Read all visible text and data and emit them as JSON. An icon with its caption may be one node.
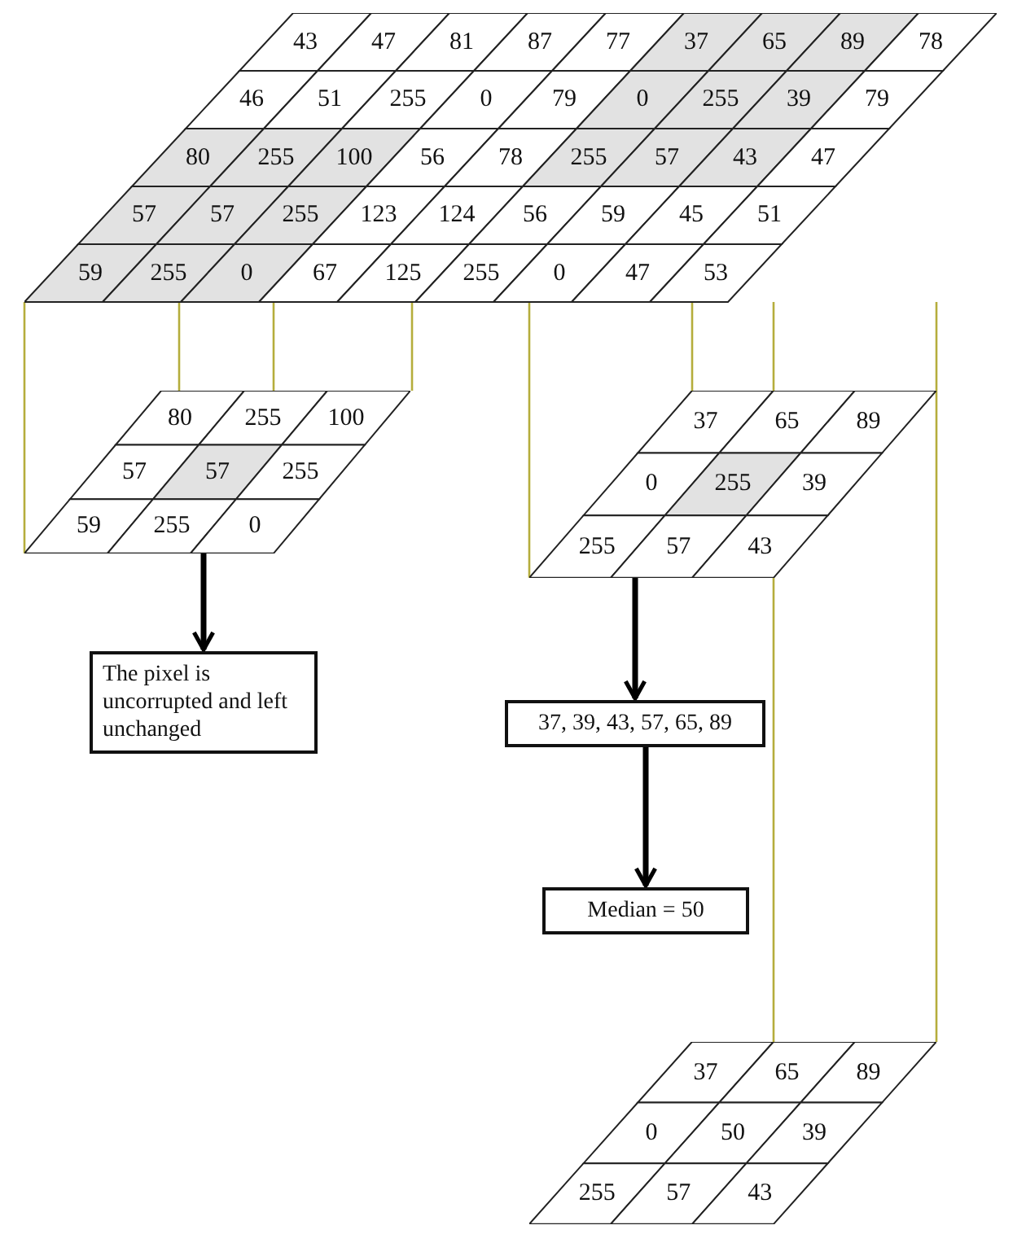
{
  "diagram": {
    "nodes": [
      {
        "text": [
          "43",
          "47",
          "81",
          "87",
          "77",
          "37",
          "65",
          "89",
          "78",
          "46",
          "51",
          "255",
          "0",
          "79",
          "0",
          "255",
          "39",
          "79",
          "80",
          "255",
          "100",
          "56",
          "78",
          "255",
          "57",
          "43",
          "47",
          "57",
          "57",
          "255",
          "123",
          "124",
          "56",
          "59",
          "45",
          "51",
          "59",
          "255",
          "0",
          "67",
          "125",
          "255",
          "0",
          "47",
          "53"
        ]
      },
      {
        "text": [
          "80",
          "255",
          "100",
          "57",
          "57",
          "255",
          "59",
          "255",
          "0"
        ]
      },
      {
        "text": [
          "The pixel is uncorrupted and left unchanged"
        ]
      },
      {
        "text": [
          "37",
          "65",
          "89",
          "0",
          "255",
          "39",
          "255",
          "57",
          "43"
        ]
      },
      {
        "text": [
          "37, 39, 43, 57, 65, 89"
        ]
      },
      {
        "text": [
          "Median = 50"
        ]
      },
      {
        "text": [
          "37",
          "65",
          "89",
          "0",
          "50",
          "39",
          "255",
          "57",
          "43"
        ]
      }
    ],
    "edges": [
      {
        "from": 0,
        "to": 1,
        "arrow": "none"
      },
      {
        "from": 0,
        "to": 1,
        "arrow": "none"
      },
      {
        "from": 0,
        "to": 1,
        "arrow": "none"
      },
      {
        "from": 0,
        "to": 1,
        "arrow": "none"
      },
      {
        "from": 0,
        "to": 3,
        "arrow": "none"
      },
      {
        "from": 0,
        "to": 3,
        "arrow": "none"
      },
      {
        "from": 0,
        "to": 3,
        "arrow": "none"
      },
      {
        "from": 0,
        "to": 3,
        "arrow": "none"
      },
      {
        "from": 1,
        "to": 2,
        "arrow": "to",
        "style": "thick",
        "color": "#000000"
      },
      {
        "from": 3,
        "to": 4,
        "arrow": "to",
        "style": "thick",
        "color": "#000000"
      },
      {
        "from": 4,
        "to": 5,
        "arrow": "to",
        "style": "thick",
        "color": "#000000"
      },
      {
        "from": 3,
        "to": 6,
        "arrow": "none"
      },
      {
        "from": 3,
        "to": 6,
        "arrow": "none"
      }
    ]
  }
}
